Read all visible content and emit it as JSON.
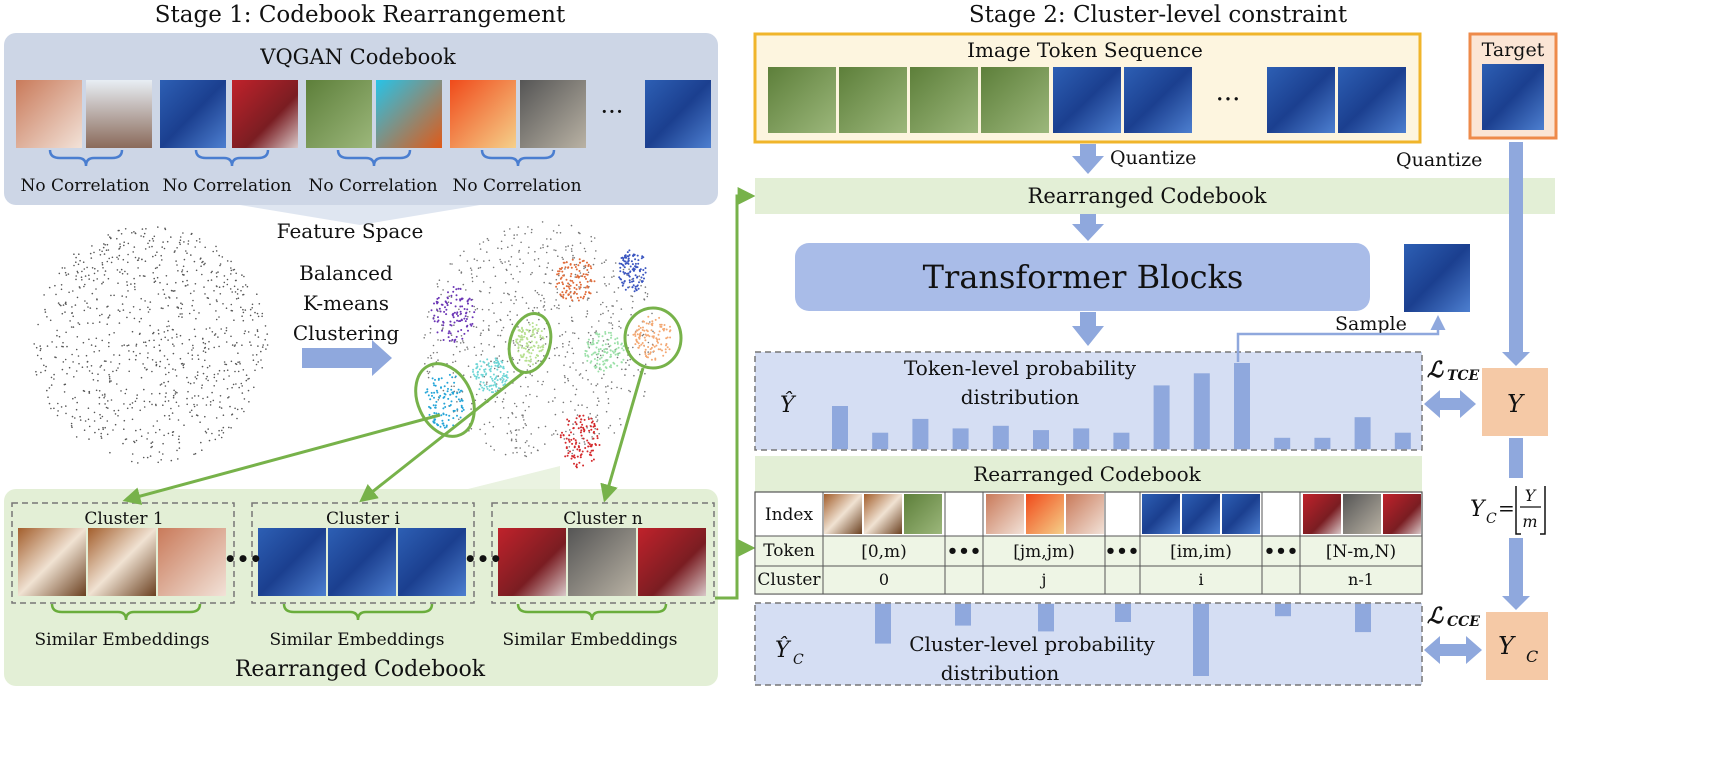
{
  "stage1": {
    "title": "Stage 1: Codebook Rearrangement",
    "vqgan_title": "VQGAN Codebook",
    "ellipsis": "···",
    "no_correlation": [
      "No Correlation",
      "No Correlation",
      "No Correlation",
      "No Correlation"
    ],
    "feature_space": "Feature Space",
    "clustering": [
      "Balanced",
      "K-means",
      "Clustering"
    ],
    "clusters": [
      {
        "label": "Cluster 1",
        "caption": "Similar Embeddings"
      },
      {
        "label": "Cluster i",
        "caption": "Similar Embeddings"
      },
      {
        "label": "Cluster n",
        "caption": "Similar Embeddings"
      }
    ],
    "rearranged_title": "Rearranged Codebook"
  },
  "stage2": {
    "title": "Stage 2: Cluster-level constraint",
    "token_seq_title": "Image Token Sequence",
    "target_title": "Target",
    "quantize": "Quantize",
    "quantize_target": "Quantize",
    "rearranged_codebook": "Rearranged Codebook",
    "transformer": "Transformer Blocks",
    "sample": "Sample",
    "token_dist": [
      "Token-level probability",
      "distribution"
    ],
    "y_hat": "Ŷ",
    "y": "Y",
    "l_tce": "ℒ",
    "l_tce_sub": "TCE",
    "l_cce": "ℒ",
    "l_cce_sub": "CCE",
    "rearranged_codebook2": "Rearranged Codebook",
    "table": {
      "row_labels": [
        "Index",
        "Token",
        "Cluster"
      ],
      "tokens": [
        "[0,m)",
        "[jm,jm)",
        "[im,im)",
        "[N-m,N)"
      ],
      "clusters": [
        "0",
        "j",
        "i",
        "n-1"
      ],
      "dots": "•••"
    },
    "cluster_dist": [
      "Cluster-level probability",
      "distribution"
    ],
    "y_hat_c": "Ŷ",
    "y_hat_c_sub": "C",
    "y_c": "Y",
    "y_c_sub": "C",
    "yc_formula": {
      "lhs": "Y",
      "sub": "C",
      "eq": "=",
      "num": "Y",
      "den": "m"
    }
  },
  "chart_data": [
    {
      "type": "bar",
      "title": "Token-level probability distribution",
      "values": [
        0.5,
        0.19,
        0.35,
        0.24,
        0.27,
        0.22,
        0.24,
        0.19,
        0.74,
        0.88,
        1.0,
        0.13,
        0.13,
        0.37,
        0.19
      ]
    },
    {
      "type": "bar",
      "title": "Cluster-level probability distribution",
      "values": [
        0.55,
        0.3,
        0.38,
        0.25,
        1.0,
        0.17,
        0.39
      ]
    }
  ],
  "colors": {
    "blue": "#8fa8dd",
    "green_arrow": "#77b24a",
    "panel_grey": "#cdd6e6",
    "panel_green": "#e3efd6",
    "panel_blue": "#d5def3",
    "orange": "#f5c9a6",
    "gold": "#f0b52b"
  }
}
